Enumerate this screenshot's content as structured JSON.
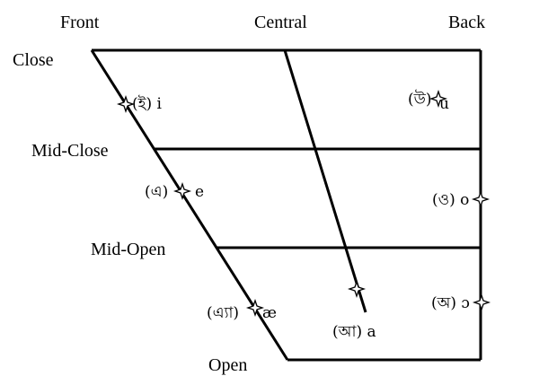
{
  "header": {
    "front": "Front",
    "central": "Central",
    "back": "Back"
  },
  "heights": {
    "close": "Close",
    "mid_close": "Mid-Close",
    "mid_open": "Mid-Open",
    "open": "Open"
  },
  "vowels": {
    "i": "(ই) i",
    "u_bengali": "(উ)",
    "u": "u",
    "e_bengali": "(এ)",
    "e": "e",
    "o": "(ও) o",
    "ae_bengali": "(এ্যা)",
    "ae": "æ",
    "a": "(আ)  a",
    "open_o": "(অ) ɔ"
  },
  "markers": {
    "shape": "four-point-star-icon"
  }
}
